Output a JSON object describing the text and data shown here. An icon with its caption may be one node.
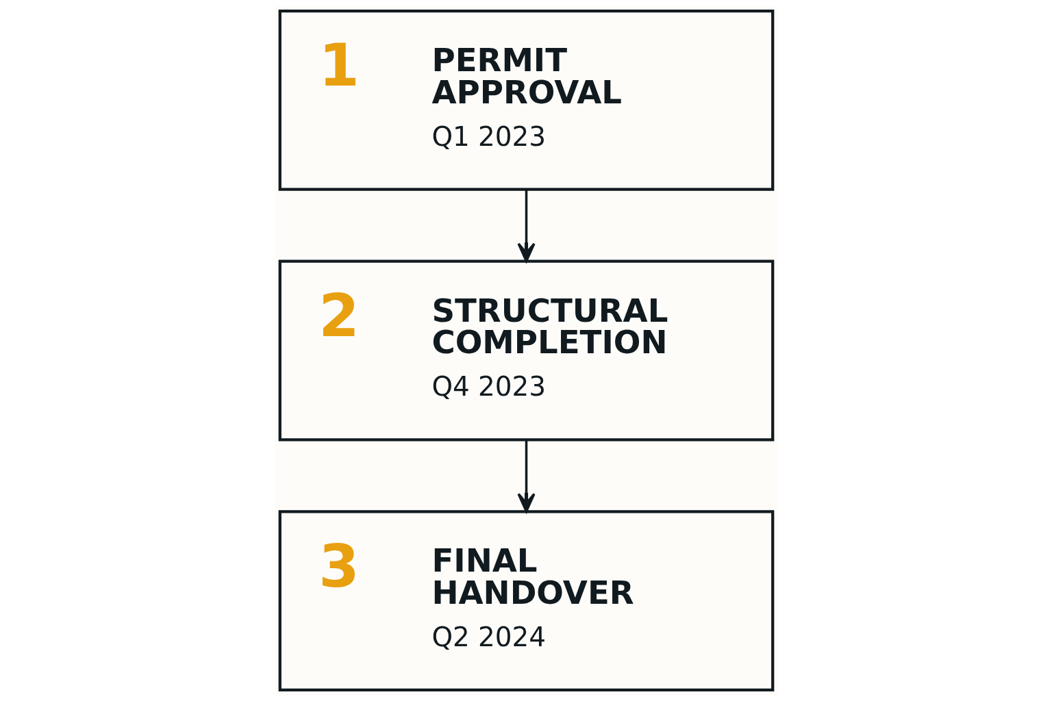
{
  "diagram": {
    "nodes": [
      {
        "text": [
          "1",
          "PERMIT APPROVAL",
          "Q1 2023"
        ]
      },
      {
        "text": [
          "2",
          "STRUCTURAL COMPLETION",
          "Q4 2023"
        ]
      },
      {
        "text": [
          "3",
          "FINAL HANDOVER",
          "Q2 2024"
        ]
      }
    ],
    "edges": [
      {
        "from": 0,
        "to": 1,
        "arrow": "to"
      },
      {
        "from": 1,
        "to": 2,
        "arrow": "to"
      }
    ]
  }
}
